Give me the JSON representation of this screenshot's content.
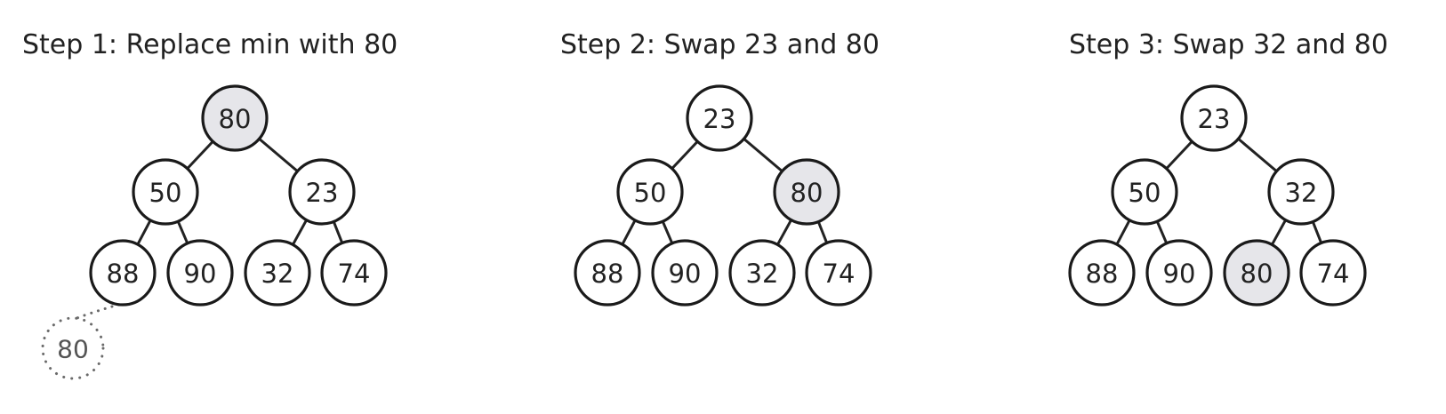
{
  "colors": {
    "node_fill": "#ffffff",
    "highlight_fill": "#e6e6ea",
    "stroke": "#1a1a1a",
    "ghost_stroke": "#6a6a6a"
  },
  "steps": [
    {
      "title": "Step 1: Replace min with 80",
      "nodes": [
        {
          "value": "80",
          "highlighted": true
        },
        {
          "value": "50",
          "highlighted": false
        },
        {
          "value": "23",
          "highlighted": false
        },
        {
          "value": "88",
          "highlighted": false
        },
        {
          "value": "90",
          "highlighted": false
        },
        {
          "value": "32",
          "highlighted": false
        },
        {
          "value": "74",
          "highlighted": false
        }
      ],
      "ghost": {
        "value": "80"
      }
    },
    {
      "title": "Step 2: Swap 23 and 80",
      "nodes": [
        {
          "value": "23",
          "highlighted": false
        },
        {
          "value": "50",
          "highlighted": false
        },
        {
          "value": "80",
          "highlighted": true
        },
        {
          "value": "88",
          "highlighted": false
        },
        {
          "value": "90",
          "highlighted": false
        },
        {
          "value": "32",
          "highlighted": false
        },
        {
          "value": "74",
          "highlighted": false
        }
      ]
    },
    {
      "title": "Step 3: Swap 32 and 80",
      "nodes": [
        {
          "value": "23",
          "highlighted": false
        },
        {
          "value": "50",
          "highlighted": false
        },
        {
          "value": "32",
          "highlighted": false
        },
        {
          "value": "88",
          "highlighted": false
        },
        {
          "value": "90",
          "highlighted": false
        },
        {
          "value": "80",
          "highlighted": true
        },
        {
          "value": "74",
          "highlighted": false
        }
      ]
    }
  ]
}
